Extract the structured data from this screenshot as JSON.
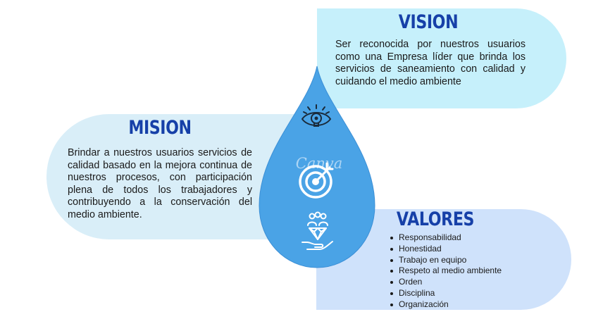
{
  "vision": {
    "title": "VISION",
    "text": "Ser reconocida por nuestros usuarios como una Empresa líder que brinda los servicios de saneamiento con calidad y cuidando el medio ambiente"
  },
  "mision": {
    "title": "MISION",
    "text": "Brindar a nuestros usuarios servicios de calidad basado en la mejora continua de nuestros procesos, con participación plena de todos los trabajadores y contribuyendo a la conservación del medio ambiente."
  },
  "valores": {
    "title": "VALORES",
    "items": [
      "Responsabilidad",
      "Honestidad",
      "Trabajo en equipo",
      "Respeto al medio ambiente",
      "Orden",
      "Disciplina",
      "Organización"
    ]
  },
  "watermark": "Canva",
  "icons": [
    "lightbulb-eye-icon",
    "target-arrow-icon",
    "team-diamond-hand-icon"
  ],
  "colors": {
    "heading": "#1640a8",
    "drop": "#4aa3e6",
    "vision_bg": "#c6f0fb",
    "mision_bg": "#d9eef8",
    "valores_bg": "#cfe2fb"
  }
}
